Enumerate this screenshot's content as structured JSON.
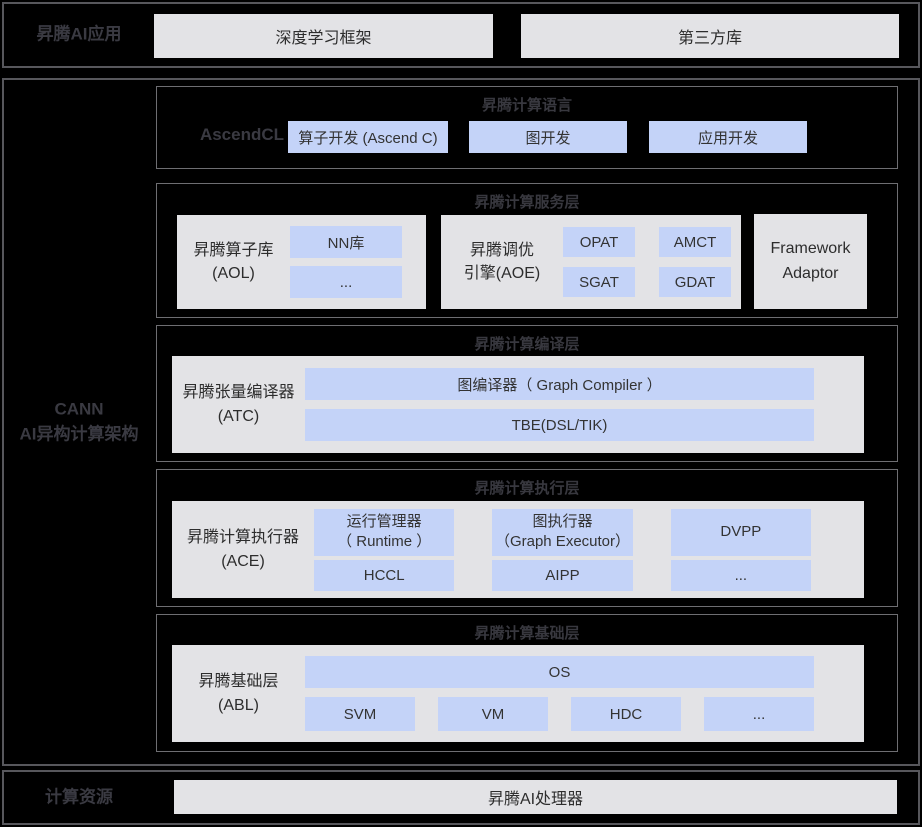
{
  "colors": {
    "page_bg": "#000000",
    "panel_border": "#57575c",
    "dark_label_text": "#3a3a42",
    "gray_box_bg": "#e3e3e6",
    "chip_bg": "#c4d3f8",
    "chip_text": "#333333"
  },
  "top": {
    "label": "昇腾AI应用",
    "boxes": [
      {
        "label": "深度学习框架"
      },
      {
        "label": "第三方库"
      }
    ]
  },
  "cann": {
    "label_lines": [
      "CANN",
      "AI异构计算架构"
    ],
    "layers": {
      "language": {
        "title": "昇腾计算语言",
        "side_label": "AscendCL",
        "chips": [
          "算子开发 (Ascend C)",
          "图开发",
          "应用开发"
        ]
      },
      "service": {
        "title": "昇腾计算服务层",
        "aol": {
          "label_lines": [
            "昇腾算子库",
            "(AOL)"
          ],
          "chips": [
            "NN库",
            "..."
          ]
        },
        "aoe": {
          "label_lines": [
            "昇腾调优",
            "引擎(AOE)"
          ],
          "chips": [
            "OPAT",
            "AMCT",
            "SGAT",
            "GDAT"
          ]
        },
        "fa": {
          "label_lines": [
            "Framework",
            "Adaptor"
          ]
        }
      },
      "compile": {
        "title": "昇腾计算编译层",
        "atc": {
          "label_lines": [
            "昇腾张量编译器",
            "(ATC)"
          ]
        },
        "bars": [
          "图编译器（ Graph Compiler ）",
          "TBE(DSL/TIK)"
        ]
      },
      "execute": {
        "title": "昇腾计算执行层",
        "ace": {
          "label_lines": [
            "昇腾计算执行器",
            "(ACE)"
          ]
        },
        "columns": [
          {
            "top_lines": [
              "运行管理器",
              "（ Runtime ）"
            ],
            "bottom": "HCCL"
          },
          {
            "top_lines": [
              "图执行器",
              "（Graph Executor）"
            ],
            "bottom": "AIPP"
          },
          {
            "top_lines": [
              "DVPP"
            ],
            "bottom": "..."
          }
        ]
      },
      "base": {
        "title": "昇腾计算基础层",
        "abl": {
          "label_lines": [
            "昇腾基础层",
            "(ABL)"
          ]
        },
        "os_bar": "OS",
        "row": [
          "SVM",
          "VM",
          "HDC",
          "..."
        ]
      }
    }
  },
  "bottom": {
    "label": "计算资源",
    "box": "昇腾AI处理器"
  }
}
